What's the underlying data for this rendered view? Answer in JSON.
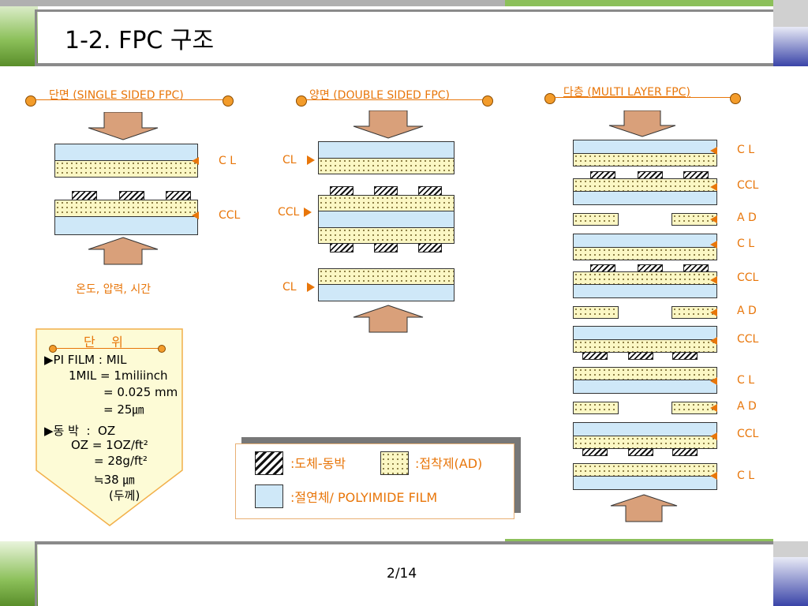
{
  "slide": {
    "title": "1-2. FPC 구조",
    "page": "2/14"
  },
  "single": {
    "header": "단면 (SINGLE SIDED FPC)",
    "labels": [
      "C L",
      "CCL"
    ],
    "caption": "온도, 압력, 시간"
  },
  "double": {
    "header": "양면 (DOUBLE SIDED FPC)",
    "labels": [
      "CL",
      "CCL",
      "CL"
    ]
  },
  "multi": {
    "header": "다층 (MULTI LAYER FPC)",
    "labels": [
      "C L",
      "CCL",
      "A D",
      "C L",
      "CCL",
      "A D",
      "CCL",
      "C L",
      "A D",
      "CCL",
      "C L"
    ]
  },
  "unit": {
    "title": "단    위",
    "lines": [
      "▶PI FILM : MIL",
      "1MIL = 1miliinch",
      "= 0.025 mm",
      "= 25㎛",
      "▶동 박  :  OZ",
      "OZ = 1OZ/ft²",
      "= 28g/ft²",
      "≒38 ㎛",
      "(두께)"
    ]
  },
  "legend": {
    "conductor": ":도체-동박",
    "adhesive": ":접착제(AD)",
    "insulator": ":절연체/ POLYIMIDE FILM"
  },
  "colors": {
    "accent": "#e8760a",
    "film": "#cfe8f8",
    "adhesive": "#fbf7c4",
    "arrow": "#d9a07a"
  }
}
